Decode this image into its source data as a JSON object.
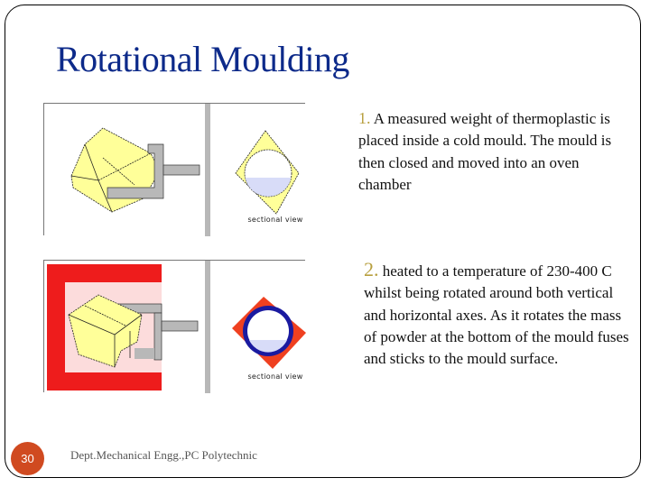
{
  "slide": {
    "title": "Rotational Moulding",
    "slide_number": "30",
    "footer": "Dept.Mechanical Engg.,PC Polytechnic"
  },
  "figures": [
    {
      "name": "cold-mould-diagram",
      "caption": "sectional view",
      "colors": {
        "mould": "#ffff99",
        "arm": "#b8b8b8",
        "powder": "#d8dcf8"
      }
    },
    {
      "name": "heated-mould-diagram",
      "caption": "sectional view",
      "colors": {
        "oven": "#ee1c1c",
        "oven_interior": "#fcdcdc",
        "mould": "#ffff99",
        "arm": "#b8b8b8",
        "section_fill": "#ef4020",
        "plastic_layer": "#1a1aa0"
      }
    }
  ],
  "steps": [
    {
      "number": "1.",
      "text": " A measured weight of thermoplastic is placed inside a cold mould. The mould is then closed  and moved into an oven chamber"
    },
    {
      "number": "2.",
      "text": " heated to a temperature of 230-400 C whilst being rotated around both vertical and horizontal axes. As it rotates the mass of powder at the bottom of the mould fuses and sticks to the mould surface."
    }
  ],
  "colors": {
    "title": "#0d2a8a",
    "number_accent": "#b8a040",
    "slide_badge": "#d04a20"
  }
}
